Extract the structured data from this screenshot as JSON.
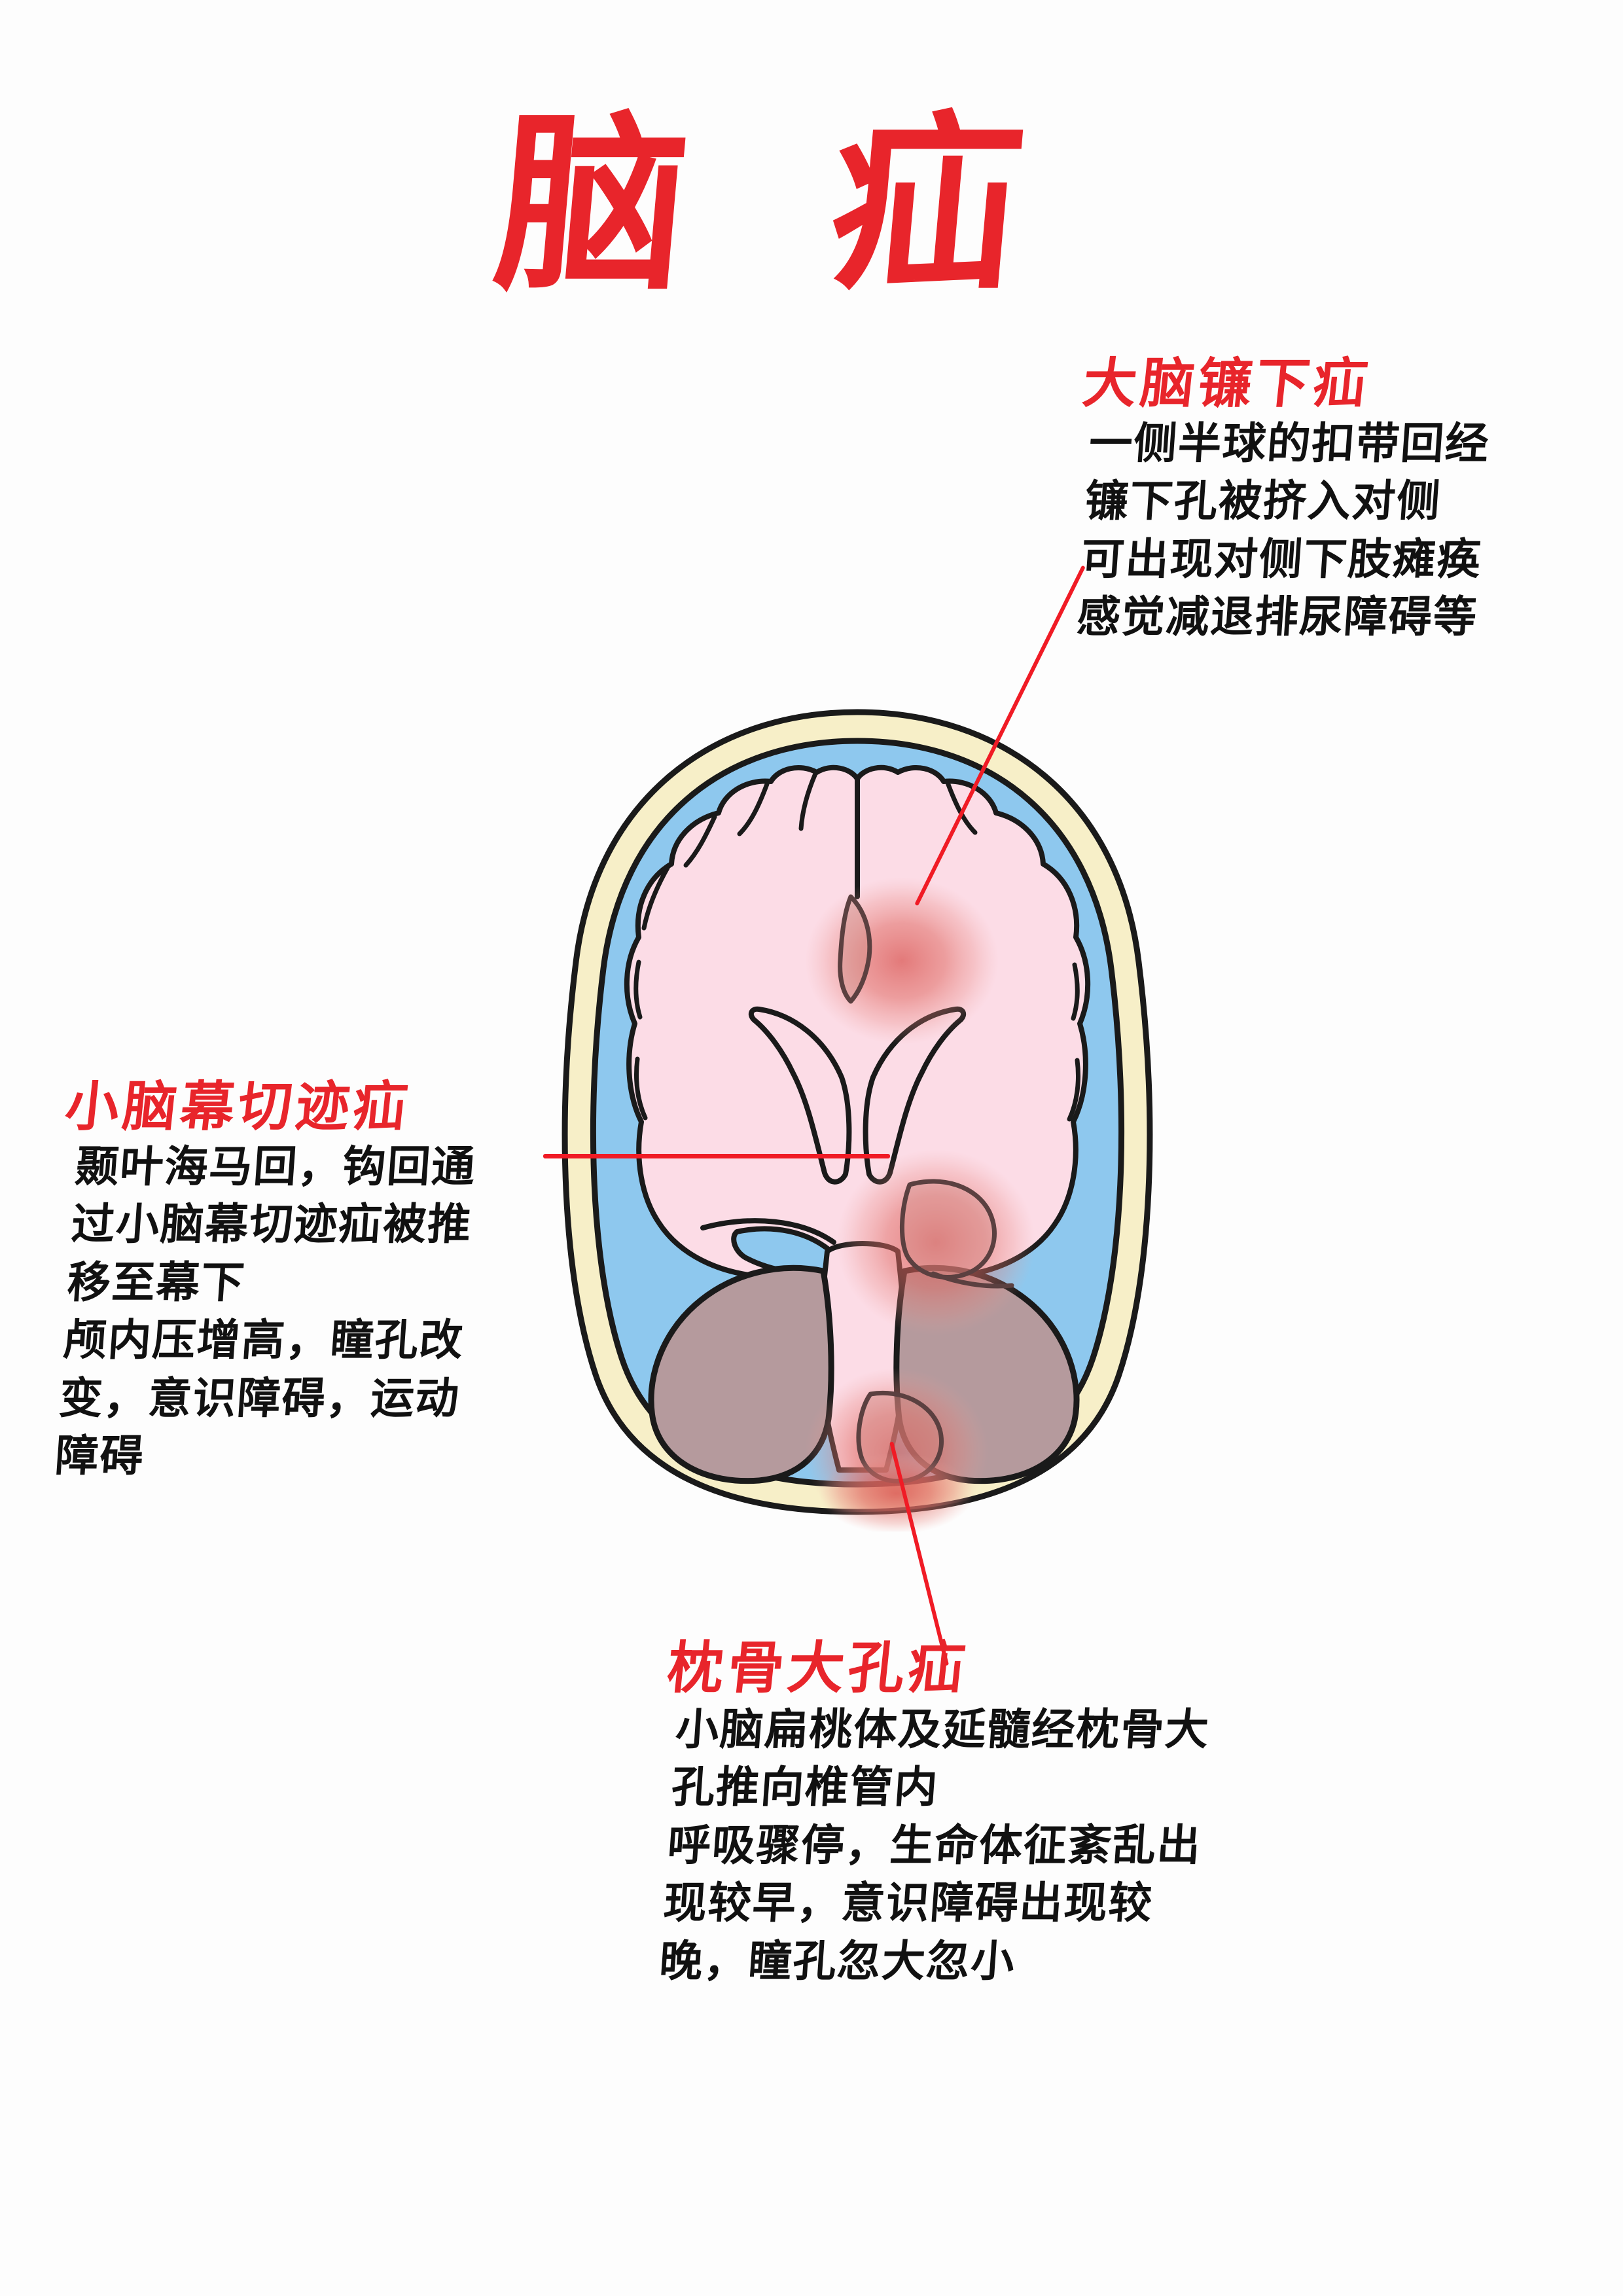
{
  "title": "脑  疝",
  "colors": {
    "accent_red": "#e8252b",
    "leader_red": "#f01b25",
    "ink_black": "#111111",
    "skull_cream": "#f7efc8",
    "csf_blue": "#8ec8ee",
    "brain_pink": "#fcdce6",
    "cerebellum_mauve": "#b59a9d",
    "herniation_red": "#e06a63"
  },
  "annotations": [
    {
      "id": "falx",
      "heading": "大脑镰下疝",
      "lines": [
        "一侧半球的扣带回经",
        "镰下孔被挤入对侧",
        "可出现对侧下肢瘫痪",
        "感觉减退排尿障碍等"
      ]
    },
    {
      "id": "tentorial",
      "heading": "小脑幕切迹疝",
      "lines": [
        "颞叶海马回，钩回通",
        "过小脑幕切迹疝被推",
        "移至幕下",
        "颅内压增高，瞳孔改",
        "变，意识障碍，运动",
        "障碍"
      ]
    },
    {
      "id": "foramen",
      "heading": "枕骨大孔疝",
      "lines": [
        "小脑扁桃体及延髓经枕骨大",
        "孔推向椎管内",
        "呼吸骤停，生命体征紊乱出",
        "现较早，意识障碍出现较",
        "晚，瞳孔忽大忽小"
      ]
    }
  ],
  "figure": {
    "name": "coronal-brain-section",
    "structures": [
      "skull",
      "csf-space",
      "cerebral-hemispheres",
      "lateral-ventricles",
      "tentorium-cerebelli",
      "brainstem",
      "cerebellum-left",
      "cerebellum-right",
      "herniation-subfalcine",
      "herniation-tentorial",
      "herniation-foramen-magnum"
    ]
  }
}
